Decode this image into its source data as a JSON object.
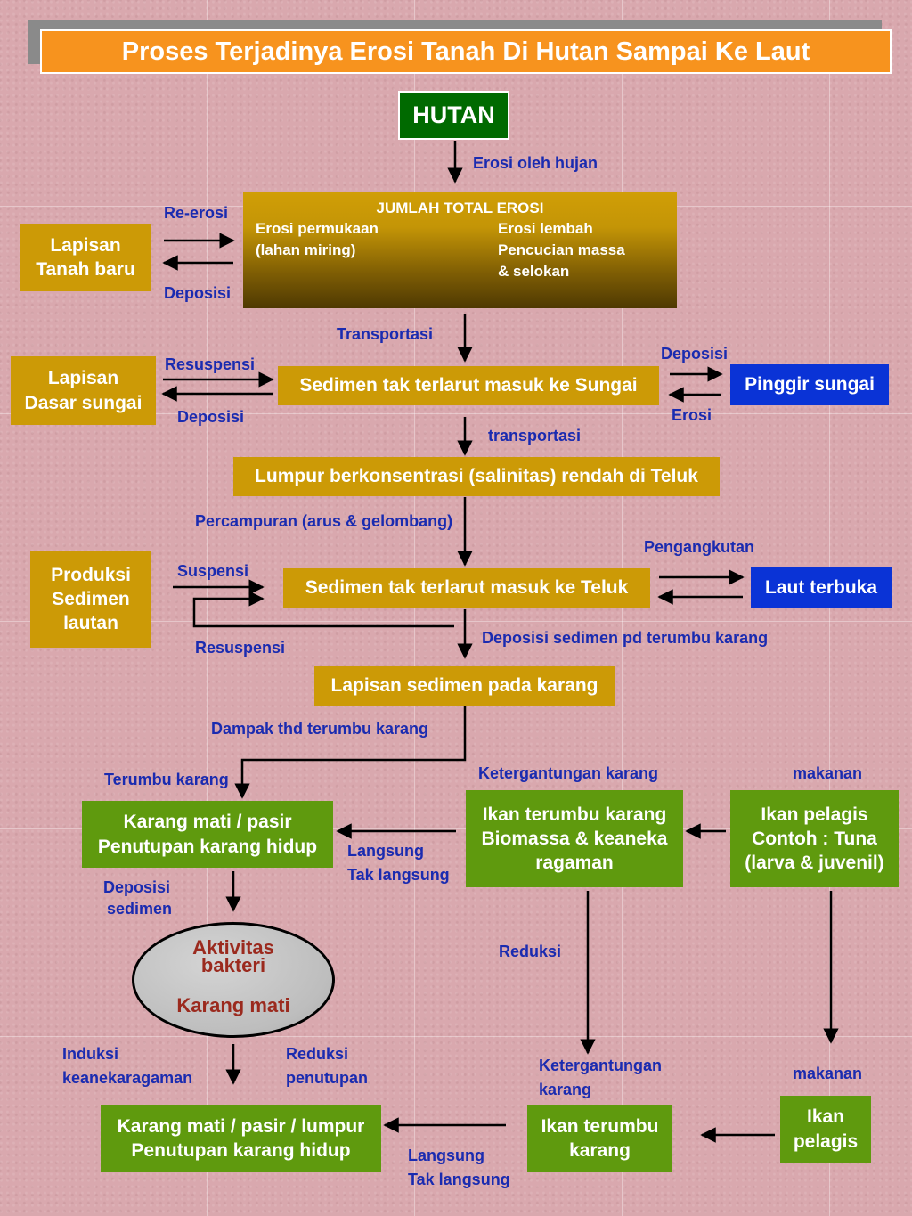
{
  "title": "Proses Terjadinya Erosi Tanah Di Hutan Sampai Ke Laut",
  "nodes": {
    "hutan": "HUTAN",
    "jumlah_total_erosi": {
      "heading": "JUMLAH TOTAL EROSI",
      "left_line1": "Erosi permukaan",
      "left_line2": "(lahan miring)",
      "right_line1": "Erosi lembah",
      "right_line2": "Pencucian massa",
      "right_line3": "& selokan"
    },
    "lapisan_tanah_baru": {
      "line1": "Lapisan",
      "line2": "Tanah baru"
    },
    "lapisan_dasar_sungai": {
      "line1": "Lapisan",
      "line2": "Dasar sungai"
    },
    "sedimen_sungai": "Sedimen tak terlarut  masuk ke Sungai",
    "pinggir_sungai": "Pinggir sungai",
    "lumpur": "Lumpur berkonsentrasi (salinitas) rendah di Teluk",
    "produksi_sedimen": {
      "line1": "Produksi",
      "line2": "Sedimen",
      "line3": "lautan"
    },
    "sedimen_teluk": "Sedimen tak terlarut  masuk ke Teluk",
    "laut_terbuka": "Laut terbuka",
    "lapisan_sedimen_karang": "Lapisan sedimen pada karang",
    "karang_mati_1": {
      "line1": "Karang mati / pasir",
      "line2": "Penutupan karang hidup"
    },
    "ikan_terumbu_1": {
      "line1": "Ikan terumbu karang",
      "line2": "Biomassa & keaneka",
      "line3": "ragaman"
    },
    "ikan_pelagis_1": {
      "line1": "Ikan pelagis",
      "line2": "Contoh : Tuna",
      "line3": "(larva & juvenil)"
    },
    "aktivitas_bakteri": {
      "line1": "Aktivitas",
      "line2": "bakteri",
      "line3": "Karang mati"
    },
    "karang_mati_2": {
      "line1": "Karang mati / pasir / lumpur",
      "line2": "Penutupan karang hidup"
    },
    "ikan_terumbu_2": {
      "line1": "Ikan terumbu",
      "line2": "karang"
    },
    "ikan_pelagis_2": {
      "line1": "Ikan",
      "line2": "pelagis"
    }
  },
  "labels": {
    "erosi_oleh_hujan": "Erosi oleh hujan",
    "re_erosi": "Re-erosi",
    "deposisi_1": "Deposisi",
    "transportasi_1": "Transportasi",
    "resuspensi_1": "Resuspensi",
    "deposisi_2": "Deposisi",
    "deposisi_3": "Deposisi",
    "erosi": "Erosi",
    "transportasi_2": "transportasi",
    "percampuran": "Percampuran (arus & gelombang)",
    "pengangkutan": "Pengangkutan",
    "suspensi": "Suspensi",
    "resuspensi_2": "Resuspensi",
    "deposisi_terumbu": "Deposisi sedimen pd terumbu karang",
    "dampak": "Dampak thd terumbu karang",
    "terumbu_karang": "Terumbu karang",
    "ketergantungan_1": "Ketergantungan karang",
    "makanan_1": "makanan",
    "langsung_1": "Langsung",
    "tak_langsung_1": "Tak langsung",
    "deposisi_sedimen_1": "Deposisi",
    "deposisi_sedimen_2": "sedimen",
    "reduksi": "Reduksi",
    "induksi_1": "Induksi",
    "induksi_2": "keanekaragaman",
    "reduksi_penutupan_1": "Reduksi",
    "reduksi_penutupan_2": "penutupan",
    "ketergantungan_2a": "Ketergantungan",
    "ketergantungan_2b": "karang",
    "makanan_2": "makanan",
    "langsung_2": "Langsung",
    "tak_langsung_2": "Tak langsung"
  },
  "colors": {
    "title_bar": "#f7931e",
    "gold_box": "#cc9a06",
    "green_box": "#5f9a0e",
    "blue_box": "#0a33d6",
    "label_text": "#1a2bb0",
    "oval_text": "#9b2a1e"
  }
}
